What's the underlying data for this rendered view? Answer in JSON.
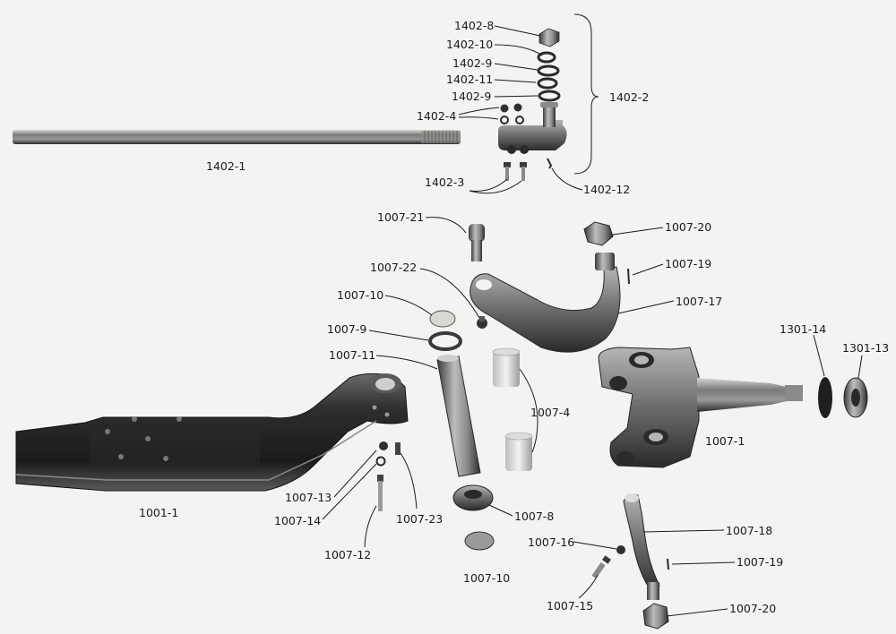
{
  "labels": {
    "l1402_8": "1402-8",
    "l1402_10": "1402-10",
    "l1402_9a": "1402-9",
    "l1402_11": "1402-11",
    "l1402_9b": "1402-9",
    "l1402_4": "1402-4",
    "l1402_2": "1402-2",
    "l1402_1": "1402-1",
    "l1402_3": "1402-3",
    "l1402_12": "1402-12",
    "l1007_21": "1007-21",
    "l1007_20a": "1007-20",
    "l1007_19a": "1007-19",
    "l1007_22": "1007-22",
    "l1007_17": "1007-17",
    "l1007_10a": "1007-10",
    "l1007_9": "1007-9",
    "l1007_11": "1007-11",
    "l1007_4": "1007-4",
    "l1301_14": "1301-14",
    "l1301_13": "1301-13",
    "l1007_1": "1007-1",
    "l1007_13": "1007-13",
    "l1007_14": "1007-14",
    "l1007_23": "1007-23",
    "l1001_1": "1001-1",
    "l1007_12": "1007-12",
    "l1007_8": "1007-8",
    "l1007_10b": "1007-10",
    "l1007_16": "1007-16",
    "l1007_18": "1007-18",
    "l1007_19b": "1007-19",
    "l1007_15": "1007-15",
    "l1007_20b": "1007-20"
  }
}
